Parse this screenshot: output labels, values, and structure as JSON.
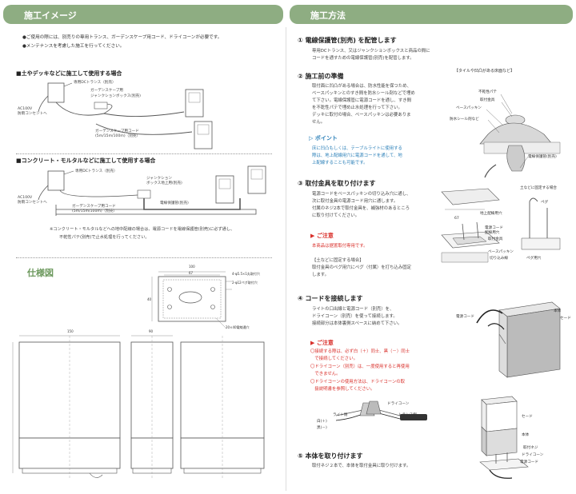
{
  "left": {
    "header": "施工イメージ",
    "bullets": [
      "●ご使用の際には、別売りの専用トランス、ガーデンスケープ用コード、ドライコーンが必要です。",
      "●メンテナンスを考慮した施工を行ってください。"
    ],
    "sec1": {
      "title": "■土やデッキなどに施工して使用する場合",
      "transformer": "専用DCトランス（別売）",
      "jbox1": "ガーデンスケープ用",
      "jbox2": "ジャンクションボックス(別売)",
      "ac1": "AC100V",
      "ac2": "防雨コンセントへ",
      "cord1": "ガーデンスケープ用コード",
      "cord2": "(5m/15m/100m)（別売）"
    },
    "sec2": {
      "title": "■コンクリート・モルタルなどに施工して使用する場合",
      "transformer": "専用DCトランス（別売）",
      "jbox1": "ジャンクション",
      "jbox2": "ボックス地上用(別売)",
      "ac1": "AC100V",
      "ac2": "防雨コンセントへ",
      "cord1": "ガーデンスケープ用コード",
      "cord2": "(5m/15m/100m)（別売）",
      "pipe": "電線保護管(別売)",
      "note1": "※コンクリート・モルタルなどへの地中配線の場合は、電源コードを電線保護管(別売)に必ず通し、",
      "note2": "不乾性パテ(別売)で止水処理を行ってください。"
    },
    "spec": {
      "title": "仕様図",
      "dim_100": "100",
      "dim_67": "67",
      "dim_h": "40",
      "dim_150": "150",
      "dim_90": "90",
      "lbl_a": "4-φ5.5×1丸取付穴",
      "lbl_b": "2-φ12ペグ取付穴",
      "lbl_c": "20×40電線通穴"
    }
  },
  "right": {
    "header": "施工方法",
    "step1": {
      "title": "① 電線保護管(別売) を配管します",
      "body1": "専用DCトランス、又はジャンクションボックスと商品の間に",
      "body2": "コードを通すための電線保護管(別売)を配管します。",
      "figcap": "【タイルや凹凸がある床面など】"
    },
    "step2": {
      "title": "② 施工前の準備",
      "lines": [
        "取付面に凹凸がある場合は、防水性能を保つため、",
        "ベースパッキンとのすき間を防水シール剤などで埋め",
        "て下さい。電線保護管に電源コードを通し、すき間",
        "を不乾性パテで埋め止水処理を行って下さい。",
        "デッキに取付の場合、ベースパッキンは必要ありま",
        "せん。"
      ],
      "point_title": "▷ ポイント",
      "point_lines": [
        "床に凹凸もしくは、テーブルライトに使用する",
        "際は、地上配線用穴に電源コードを通して、地",
        "上配線することも可能です。"
      ],
      "lbl_putty": "不乾性パテ",
      "lbl_mount": "取付金具",
      "lbl_packing": "ベースパッキン",
      "lbl_seal": "防水シール剤など",
      "lbl_pipe": "電線保護管(別売)"
    },
    "step3": {
      "title": "③ 取付金具を取り付けます",
      "lines": [
        "電源コードをベースパッキンの切り込み穴に通し、",
        "次に取付金具の電源コード用穴に通します。",
        "付属のネジ2本で取付金具を、補強材のあるところ",
        "に取り付けてください。"
      ],
      "note_title": "▶ ご注意",
      "note_red": "本商品は据置取付専用です。",
      "sub_title": "【土などに固定する場合】",
      "sub_lines": [
        "取付金具のペグ用穴にペグ（付属）を打ち込み固定",
        "します。"
      ],
      "lbl_dim": "67",
      "lbl_ground_hole": "地上配線用穴",
      "lbl_cord_hole1": "電源コード",
      "lbl_cord_hole2": "配線用穴",
      "lbl_bracket": "取付金具",
      "lbl_packing": "ベースパッキン",
      "lbl_slit": "切り込み線",
      "lbl_peg": "ペグ",
      "lbl_peg_hole": "ペグ用穴",
      "lbl_soil": "土などに固定する場合"
    },
    "step4": {
      "title": "④ コードを接続します",
      "lines": [
        "ライトの口出線と電源コード（別売）を、",
        "ドライコーン（別売）を使って接続します。",
        "接続部分は本体裏側スペースに納めて下さい。"
      ],
      "note_title": "▶ ご注意",
      "notes": [
        "〇接続する際は、必ず白（＋）同士、黒（－）同士",
        "　で接続してください。",
        "〇ドライコーン（別売）は、一度使用すると再使用",
        "　できません。",
        "〇ドライコーンの使用方法は、ドライコーンの取",
        "　扱説明書を参照してください。"
      ],
      "lbl_drycone": "ドライコーン",
      "lbl_lightwire": "ライト側",
      "lbl_white": "白(＋)",
      "lbl_black": "黒(－)",
      "lbl_trans": "トランス側",
      "lbl_cord": "電源コード",
      "lbl_body": "本体",
      "lbl_shade": "セード"
    },
    "step5": {
      "title": "⑤ 本体を取り付けます",
      "body": "取付ネジ２本で、本体を取付金具に取り付けます。",
      "lbl_shade": "セード",
      "lbl_body": "本体",
      "lbl_screw": "取付ネジ",
      "lbl_drycone": "ドライコーン",
      "lbl_cord": "電源コード"
    }
  }
}
